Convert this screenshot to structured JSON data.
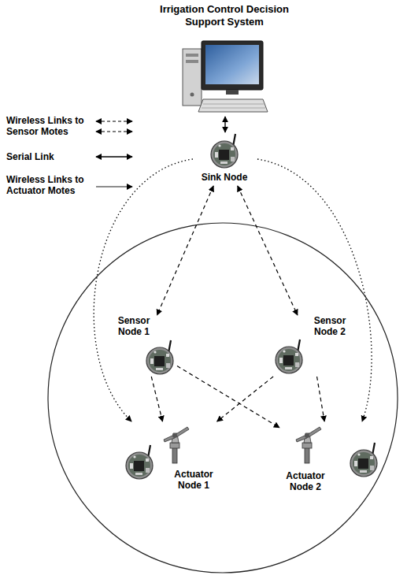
{
  "diagram": {
    "nodes": [
      {
        "text": [
          "Irrigation Control Decision Support System"
        ]
      },
      {
        "text": [
          "Sink Node"
        ]
      },
      {
        "text": [
          "Sensor Node 1"
        ]
      },
      {
        "text": [
          "Sensor Node 2"
        ]
      },
      {
        "text": [
          "Actuator Node 1"
        ]
      },
      {
        "text": [
          "Actuator Node 2"
        ]
      }
    ],
    "edges": [
      {
        "from": 0,
        "to": 1,
        "arrow": "both"
      },
      {
        "from": 1,
        "to": 2,
        "arrow": "both"
      },
      {
        "from": 1,
        "to": 3,
        "arrow": "both"
      },
      {
        "from": 2,
        "to": 4,
        "arrow": "to"
      },
      {
        "from": 2,
        "to": 5,
        "arrow": "to"
      },
      {
        "from": 3,
        "to": 4,
        "arrow": "to"
      },
      {
        "from": 3,
        "to": 5,
        "arrow": "to"
      },
      {
        "from": 1,
        "to": 4,
        "arrow": "to"
      },
      {
        "from": 1,
        "to": 5,
        "arrow": "to"
      }
    ],
    "legend": [
      {
        "text": "Wireless Links to Sensor Motes"
      },
      {
        "text": "Serial Link"
      },
      {
        "text": "Wireless Links to Actuator Motes"
      }
    ]
  }
}
